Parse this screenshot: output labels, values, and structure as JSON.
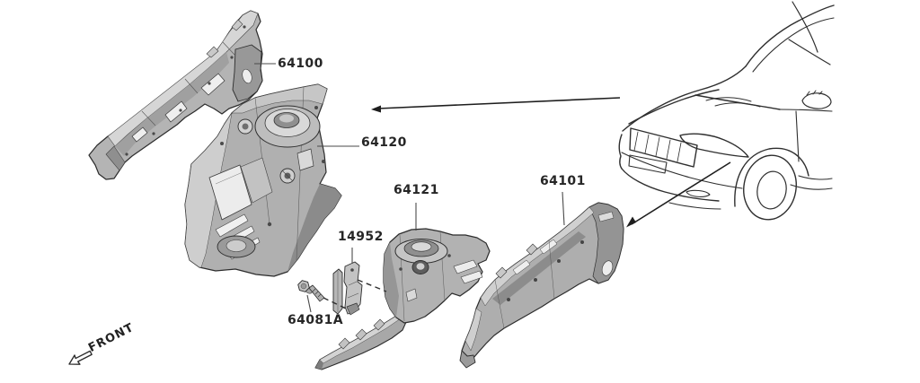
{
  "labels": {
    "p64100": {
      "text": "64100"
    },
    "p64120": {
      "text": "64120"
    },
    "p64121": {
      "text": "64121"
    },
    "p64101": {
      "text": "64101"
    },
    "p14952": {
      "text": "14952"
    },
    "p64081A": {
      "text": "64081A"
    }
  },
  "front_marker": {
    "text": "FRONT"
  },
  "colors": {
    "background": "#ffffff",
    "outline": "#2d2d2d",
    "part_fill": "#b3b3b3",
    "part_fill_light": "#d5d5d5",
    "part_fill_dark": "#8e8e8e",
    "label_text": "#262626"
  }
}
